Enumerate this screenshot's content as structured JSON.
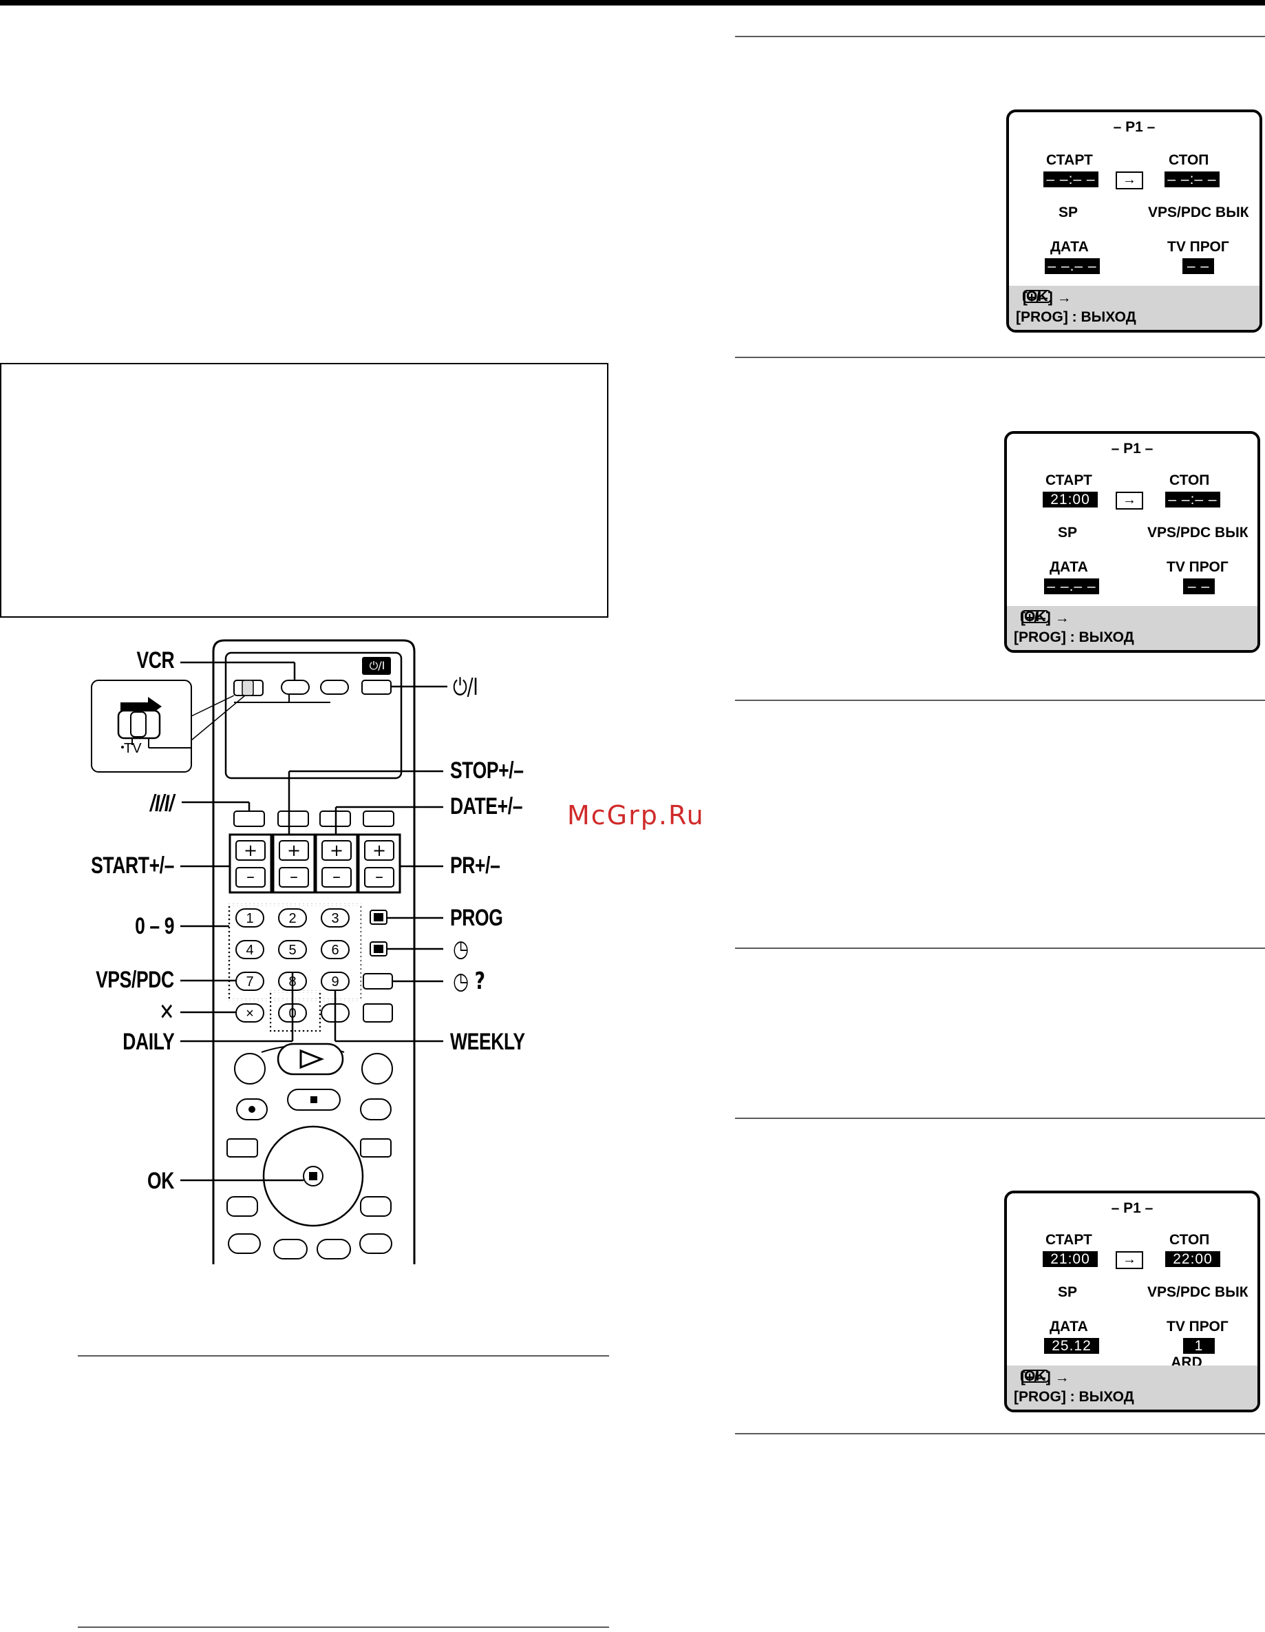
{
  "watermark": "McGrp.Ru",
  "remote": {
    "labels_left": {
      "vcr": "VCR",
      "tv_mode": "/I/I/",
      "start": "START+/–",
      "digits": "0 – 9",
      "vps_pdc": "VPS/PDC",
      "cancel": "✕",
      "daily": "DAILY",
      "ok": "OK"
    },
    "labels_right": {
      "power": "⏻/I",
      "stop": "STOP+/–",
      "date": "DATE+/–",
      "pr": "PR+/–",
      "prog": "PROG",
      "timer": "◷",
      "timer_check": "◷ ?",
      "weekly": "WEEKLY"
    },
    "switch_label": "TV",
    "power_key": "⏻/I",
    "numbers": [
      "1",
      "2",
      "3",
      "4",
      "5",
      "6",
      "7",
      "8",
      "9",
      "0"
    ]
  },
  "screens": [
    {
      "title": "– P1 –",
      "start_label": "СТАРТ",
      "start_value": "– –:– –",
      "stop_label": "СТОП",
      "stop_value": "– –:– –",
      "arrow": "→",
      "speed": "SP",
      "vps": "VPS/PDC ВЫК",
      "date_label": "ДАТА",
      "date_value": "– –.– –",
      "tv_label": "TV ПРОГ",
      "tv_value": "– –",
      "tv_name": "",
      "foot1": "[+/–]  →",
      "ok": "OK",
      "foot2": "[PROG] : ВЫХОД"
    },
    {
      "title": "– P1 –",
      "start_label": "СТАРТ",
      "start_value": "21:00",
      "stop_label": "СТОП",
      "stop_value": "– –:– –",
      "arrow": "→",
      "speed": "SP",
      "vps": "VPS/PDC ВЫК",
      "date_label": "ДАТА",
      "date_value": "– –.– –",
      "tv_label": "TV ПРОГ",
      "tv_value": "– –",
      "tv_name": "",
      "foot1": "[+/–]  →",
      "ok": "OK",
      "foot2": "[PROG] : ВЫХОД"
    },
    {
      "title": "– P1 –",
      "start_label": "СТАРТ",
      "start_value": "21:00",
      "stop_label": "СТОП",
      "stop_value": "22:00",
      "arrow": "→",
      "speed": "SP",
      "vps": "VPS/PDC ВЫК",
      "date_label": "ДАТА",
      "date_value": "25.12",
      "tv_label": "TV ПРОГ",
      "tv_value": "1",
      "tv_name": "ARD",
      "foot1": "[+/–]  →",
      "ok": "OK",
      "foot2": "[PROG] : ВЫХОД"
    }
  ]
}
